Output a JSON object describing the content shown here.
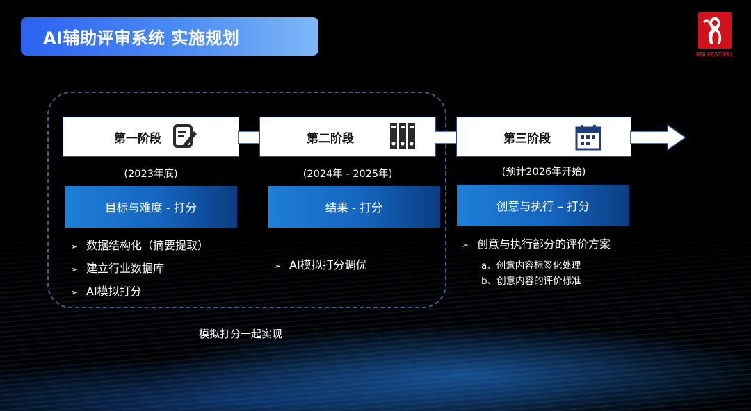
{
  "title": "AI辅助评审系统 实施规划",
  "logo": {
    "text": "RDI FESTIVAL",
    "color": "#d1121a"
  },
  "colors": {
    "accent": "#2b62f2",
    "score_box": "#1565bf",
    "dash": "#3f5f88"
  },
  "stages": [
    {
      "label": "第一阶段",
      "icon": "edit-note-icon",
      "date": "(2023年底)",
      "score": "目标与难度 - 打分",
      "bullets": [
        "数据结构化（摘要提取）",
        "建立行业数据库",
        "AI模拟打分"
      ]
    },
    {
      "label": "第二阶段",
      "icon": "binders-icon",
      "date": "(2024年 - 2025年)",
      "score": "结果 - 打分",
      "bullets": [
        "AI模拟打分调优"
      ]
    },
    {
      "label": "第三阶段",
      "icon": "calendar-icon",
      "date": "(预计2026年开始)",
      "score": "创意与执行 – 打分",
      "bullets": [
        "创意与执行部分的评价方案"
      ],
      "sub_items": [
        "a、创意内容标签化处理",
        "b、创意内容的评价标准"
      ]
    }
  ],
  "bullet_marker": "➢",
  "footnote": "模拟打分一起实现"
}
